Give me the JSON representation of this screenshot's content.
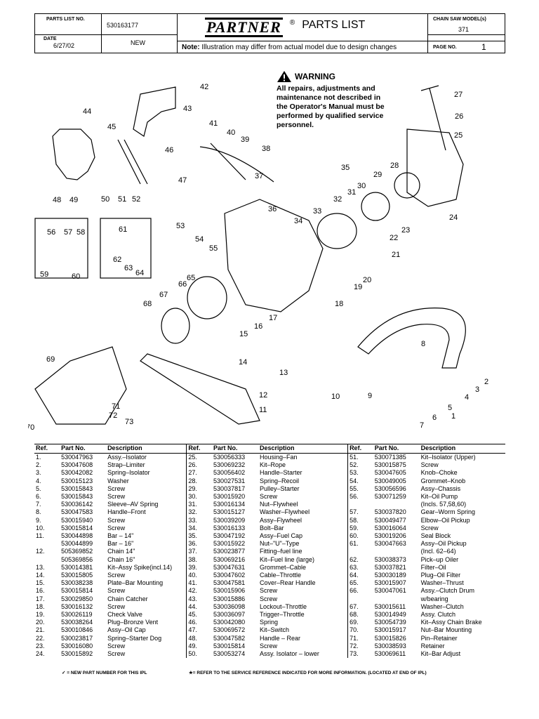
{
  "header": {
    "parts_list_no_label": "PARTS LIST NO.",
    "parts_list_no": "530163177",
    "date_label": "DATE",
    "date": "6/27/02",
    "status": "NEW",
    "brand": "PARTNER",
    "registered": "®",
    "title": "PARTS LIST",
    "model_label": "CHAIN SAW MODEL(s)",
    "model": "371",
    "note_label": "Note:",
    "note": "Illustration may differ from actual model due to design changes",
    "page_label": "PAGE  NO.",
    "page": "1"
  },
  "warning": {
    "title": "WARNING",
    "text": "All repairs, adjustments and maintenance not described in the Operator's Manual must be performed by qualified service personnel."
  },
  "callouts": [
    "1",
    "2",
    "3",
    "4",
    "5",
    "6",
    "7",
    "8",
    "9",
    "10",
    "11",
    "12",
    "13",
    "14",
    "15",
    "16",
    "17",
    "18",
    "19",
    "20",
    "21",
    "22",
    "23",
    "24",
    "25",
    "26",
    "27",
    "28",
    "29",
    "30",
    "31",
    "32",
    "33",
    "34",
    "35",
    "36",
    "37",
    "38",
    "39",
    "40",
    "41",
    "42",
    "43",
    "44",
    "45",
    "46",
    "47",
    "48",
    "49",
    "50",
    "51",
    "52",
    "53",
    "54",
    "55",
    "56",
    "57",
    "58",
    "59",
    "60",
    "61",
    "62",
    "63",
    "64",
    "65",
    "66",
    "67",
    "68",
    "69",
    "70",
    "71",
    "72",
    "73"
  ],
  "table": {
    "headers": [
      "Ref.",
      "Part No.",
      "Description"
    ],
    "col1": [
      [
        "1.",
        "530047963",
        "Assy.–Isolator"
      ],
      [
        "2.",
        "530047608",
        "Strap–Limiter"
      ],
      [
        "3.",
        "530042082",
        "Spring–Isolator"
      ],
      [
        "4.",
        "530015123",
        "Washer"
      ],
      [
        "5.",
        "530015843",
        "Screw"
      ],
      [
        "6.",
        "530015843",
        "Screw"
      ],
      [
        "7.",
        "530036142",
        "Sleeve–AV  Spring"
      ],
      [
        "8.",
        "530047583",
        "Handle–Front"
      ],
      [
        "9.",
        "530015940",
        "Screw"
      ],
      [
        "10.",
        "530015814",
        "Screw"
      ],
      [
        "11.",
        "530044898",
        "Bar – 14\""
      ],
      [
        "",
        "530044899",
        "Bar – 16\""
      ],
      [
        "12.",
        "505369852",
        "Chain 14\""
      ],
      [
        "",
        "505369856",
        "Chain 16\""
      ],
      [
        "13.",
        "530014381",
        "Kit–Assy Spike(incl.14)"
      ],
      [
        "14.",
        "530015805",
        "Screw"
      ],
      [
        "15.",
        "530038238",
        "Plate–Bar Mounting"
      ],
      [
        "16.",
        "530015814",
        "Screw"
      ],
      [
        "17.",
        "530029850",
        "Chain Catcher"
      ],
      [
        "18.",
        "530016132",
        "Screw"
      ],
      [
        "19.",
        "530026119",
        "Check Valve"
      ],
      [
        "20.",
        "530038264",
        "Plug–Bronze Vent"
      ],
      [
        "21.",
        "530010846",
        "Assy–Oil Cap"
      ],
      [
        "22.",
        "530023817",
        "Spring–Starter Dog"
      ],
      [
        "23.",
        "530016080",
        "Screw"
      ],
      [
        "24.",
        "530015892",
        "Screw"
      ]
    ],
    "col2": [
      [
        "25.",
        "530056333",
        "Housing–Fan"
      ],
      [
        "26.",
        "530069232",
        "Kit–Rope"
      ],
      [
        "27.",
        "530056402",
        "Handle–Starter"
      ],
      [
        "28.",
        "530027531",
        "Spring–Recoil"
      ],
      [
        "29.",
        "530037817",
        "Pulley–Starter"
      ],
      [
        "30.",
        "530015920",
        "Screw"
      ],
      [
        "31.",
        "530016134",
        "Nut–Flywheel"
      ],
      [
        "32.",
        "530015127",
        "Washer–Flywheel"
      ],
      [
        "33.",
        "530039209",
        "Assy–Flywheel"
      ],
      [
        "34.",
        "530016133",
        "Bolt–Bar"
      ],
      [
        "35.",
        "530047192",
        "Assy–Fuel Cap"
      ],
      [
        "36.",
        "530015922",
        "Nut–\"U\"–Type"
      ],
      [
        "37.",
        "530023877",
        "Fitting–fuel line"
      ],
      [
        "38.",
        "530069216",
        "Kit–Fuel line (large)"
      ],
      [
        "39.",
        "530047631",
        "Grommet–Cable"
      ],
      [
        "40.",
        "530047602",
        "Cable–Throttle"
      ],
      [
        "41.",
        "530047581",
        "Cover–Rear Handle"
      ],
      [
        "42.",
        "530015906",
        "Screw"
      ],
      [
        "43.",
        "530015886",
        "Screw"
      ],
      [
        "44.",
        "530036098",
        "Lockout–Throttle"
      ],
      [
        "45.",
        "530036097",
        "Trigger–Throttle"
      ],
      [
        "46.",
        "530042080",
        "Spring"
      ],
      [
        "47.",
        "530069572",
        "Kit–Switch"
      ],
      [
        "48.",
        "530047582",
        "Handle  –  Rear"
      ],
      [
        "49.",
        "530015814",
        "Screw"
      ],
      [
        "50.",
        "530053274",
        "Assy. Isolator  –  lower"
      ]
    ],
    "col3": [
      [
        "51.",
        "530071385",
        "Kit–Isolator  (Upper)"
      ],
      [
        "52.",
        "530015875",
        "Screw"
      ],
      [
        "53.",
        "530047605",
        "Knob–Choke"
      ],
      [
        "54.",
        "530049005",
        "Grommet–Knob"
      ],
      [
        "55.",
        "530056596",
        "Assy–Chassis"
      ],
      [
        "56.",
        "530071259",
        "Kit–Oil Pump"
      ],
      [
        "",
        "",
        "(Incls. 57,58,60)"
      ],
      [
        "57.",
        "530037820",
        "Gear–Worm Spring"
      ],
      [
        "58.",
        "530049477",
        "Elbow–Oil Pickup"
      ],
      [
        "59.",
        "530016064",
        "Screw"
      ],
      [
        "60.",
        "530019206",
        "Seal Block"
      ],
      [
        "61.",
        "530047663",
        "Assy–Oil Pickup"
      ],
      [
        "",
        "",
        "(Incl. 62–64)"
      ],
      [
        "62.",
        "530038373",
        "Pick–up Oiler"
      ],
      [
        "63.",
        "530037821",
        " Filter–Oil"
      ],
      [
        "64.",
        "530030189",
        "Plug–Oil Filter"
      ],
      [
        "65.",
        "530015907",
        "Washer–Thrust"
      ],
      [
        "66.",
        "530047061",
        "Assy.–Clutch Drum"
      ],
      [
        "",
        "",
        "w/bearing"
      ],
      [
        "67.",
        "530015611",
        "Washer–Clutch"
      ],
      [
        "68.",
        "530014949",
        "Assy. Clutch"
      ],
      [
        "69.",
        "530054739",
        "Kit–Assy Chain Brake"
      ],
      [
        "70.",
        "530015917",
        "Nut–Bar Mounting"
      ],
      [
        "71.",
        "530015826",
        "Pin–Retainer"
      ],
      [
        "72.",
        "530038593",
        "Retainer"
      ],
      [
        "73.",
        "530069611",
        "Kit–Bar Adjust"
      ]
    ]
  },
  "footer": {
    "new_part": "= NEW PART NUMBER FOR THIS  IPL",
    "service_ref": "★= REFER TO THE SERVICE REFERENCE  INDICATED FOR MORE INFORMATION. (LOCATED AT END OF IPL)"
  }
}
